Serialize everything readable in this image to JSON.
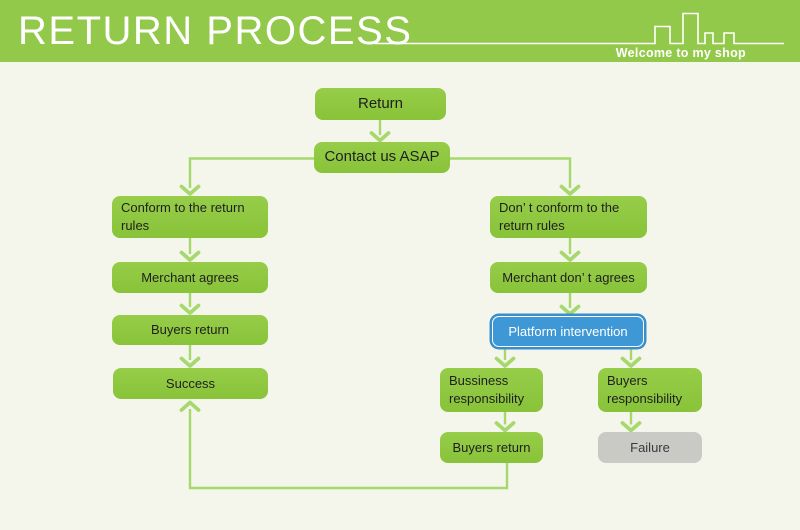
{
  "header": {
    "title": "RETURN PROCESS",
    "tagline": "Welcome to my shop"
  },
  "nodes": {
    "return": "Return",
    "contact": "Contact us ASAP",
    "conform_rules": "Conform to the return rules",
    "merchant_agrees": "Merchant agrees",
    "buyers_return": "Buyers return",
    "success": "Success",
    "not_conform_rules": "Don’ t conform to the return rules",
    "merchant_not_agrees": "Merchant don’ t agrees",
    "platform_intervention": "Platform intervention",
    "business_responsibility": "Bussiness responsibility",
    "buyers_responsibility": "Buyers responsibility",
    "buyers_return_2": "Buyers return",
    "failure": "Failure"
  },
  "colors": {
    "header_green": "#93c94a",
    "node_green": "#8cc63c",
    "connector_green": "#a6d86e",
    "platform_blue": "#3e98d5",
    "platform_border_blue": "#3a8fc9",
    "failure_gray": "#c9cac6",
    "background": "#f4f6ec",
    "text_dark": "#1f1f1f"
  }
}
